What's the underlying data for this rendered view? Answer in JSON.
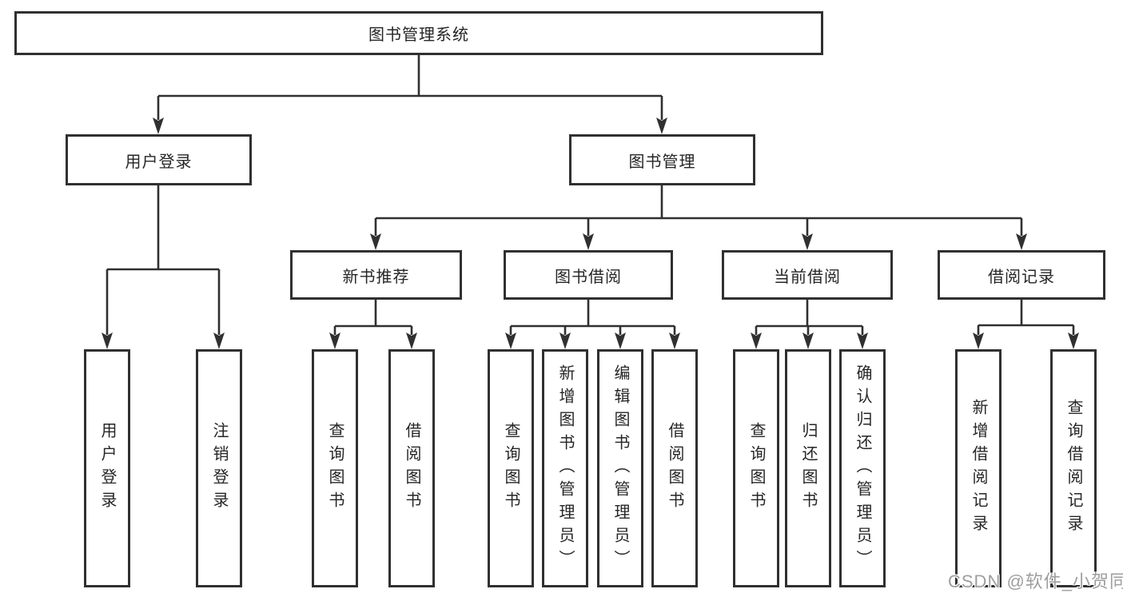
{
  "colors": {
    "line": "#303030",
    "box_border": "#303030",
    "box_fill": "#ffffff",
    "text": "#262626",
    "watermark": "#9e9e9e",
    "background": "#ffffff"
  },
  "watermark": {
    "text": "CSDN @软件_小贺同学"
  },
  "tree": {
    "label": "图书管理系统",
    "children": [
      {
        "label": "用户登录",
        "children": [
          {
            "label": "用户登录"
          },
          {
            "label": "注销登录"
          }
        ]
      },
      {
        "label": "图书管理",
        "children": [
          {
            "label": "新书推荐",
            "children": [
              {
                "label": "查询图书"
              },
              {
                "label": "借阅图书"
              }
            ]
          },
          {
            "label": "图书借阅",
            "children": [
              {
                "label": "查询图书"
              },
              {
                "label": "新增图书（管理员）"
              },
              {
                "label": "编辑图书（管理员）"
              },
              {
                "label": "借阅图书"
              }
            ]
          },
          {
            "label": "当前借阅",
            "children": [
              {
                "label": "查询图书"
              },
              {
                "label": "归还图书"
              },
              {
                "label": "确认归还（管理员）"
              }
            ]
          },
          {
            "label": "借阅记录",
            "children": [
              {
                "label": "新增借阅记录"
              },
              {
                "label": "查询借阅记录"
              }
            ]
          }
        ]
      }
    ]
  }
}
